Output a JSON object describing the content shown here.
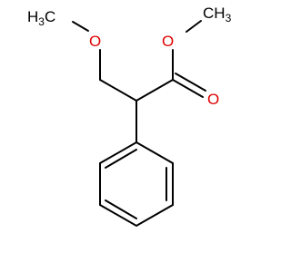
{
  "molecule": {
    "labels": {
      "methoxy_carbon": {
        "main": "H",
        "sub": "3",
        "tail": "C"
      },
      "ether_oxygen": "O",
      "ester_oxygen": "O",
      "carbonyl_oxygen": "O",
      "ester_methyl": {
        "main": "CH",
        "sub": "3"
      }
    },
    "colors": {
      "carbon": "#000000",
      "oxygen": "#e00000",
      "background": "#ffffff"
    }
  }
}
